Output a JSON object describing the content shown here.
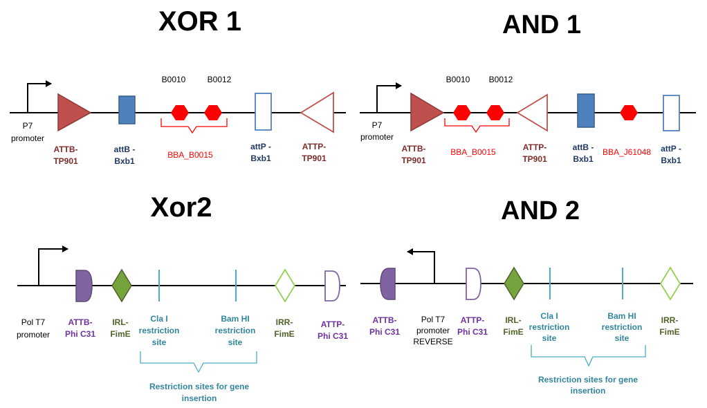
{
  "colors": {
    "dark_red": "#7f2b28",
    "red_fill": "#c0504d",
    "bright_red": "#ff0000",
    "blue_fill": "#4f81bd",
    "navy": "#1f3864",
    "purple": "#8064a2",
    "dark_purple": "#7030a0",
    "green_fill": "#77a33e",
    "olive": "#4f6228",
    "light_green": "#92d050",
    "teal": "#31859c",
    "light_blue": "#4bacc6"
  },
  "xor1": {
    "title": "XOR 1",
    "promoter": [
      "P7",
      "promoter"
    ],
    "attb_tp901": [
      "ATTB-",
      "TP901"
    ],
    "attb_bxb1": [
      "attB -",
      "Bxb1"
    ],
    "terminator_1": "B0010",
    "terminator_2": "B0012",
    "bba_b0015": "BBA_B0015",
    "attp_bxb1": [
      "attP -",
      "Bxb1"
    ],
    "attp_tp901": [
      "ATTP-",
      "TP901"
    ]
  },
  "and1": {
    "title": "AND 1",
    "promoter": [
      "P7",
      "promoter"
    ],
    "attb_tp901": [
      "ATTB-",
      "TP901"
    ],
    "terminator_1": "B0010",
    "terminator_2": "B0012",
    "bba_b0015": "BBA_B0015",
    "attp_tp901": [
      "ATTP-",
      "TP901"
    ],
    "attb_bxb1": [
      "attB -",
      "Bxb1"
    ],
    "bba_j61048": "BBA_J61048",
    "attp_bxb1": [
      "attP -",
      "Bxb1"
    ]
  },
  "xor2": {
    "title": "Xor2",
    "promoter": [
      "Pol T7",
      "promoter"
    ],
    "attb_phi": [
      "ATTB-",
      "Phi C31"
    ],
    "irl_fime": [
      "IRL-",
      "FimE"
    ],
    "cla": [
      "Cla I",
      "restriction",
      "site"
    ],
    "bam": [
      "Bam HI",
      "restriction",
      "site"
    ],
    "irr_fime": [
      "IRR-",
      "FimE"
    ],
    "attp_phi": [
      "ATTP-",
      "Phi C31"
    ],
    "restriction_note": [
      "Restriction sites for gene",
      "insertion"
    ]
  },
  "and2": {
    "title": "AND 2",
    "attb_phi": [
      "ATTB-",
      "Phi C31"
    ],
    "promoter": [
      "Pol T7",
      "promoter",
      "REVERSE"
    ],
    "attp_phi": [
      "ATTP-",
      "Phi C31"
    ],
    "irl_fime": [
      "IRL-",
      "FimE"
    ],
    "cla": [
      "Cla I",
      "restriction",
      "site"
    ],
    "bam": [
      "Bam HI",
      "restriction",
      "site"
    ],
    "irr_fime": [
      "IRR-",
      "FimE"
    ],
    "restriction_note": [
      "Restriction sites for gene",
      "insertion"
    ]
  }
}
